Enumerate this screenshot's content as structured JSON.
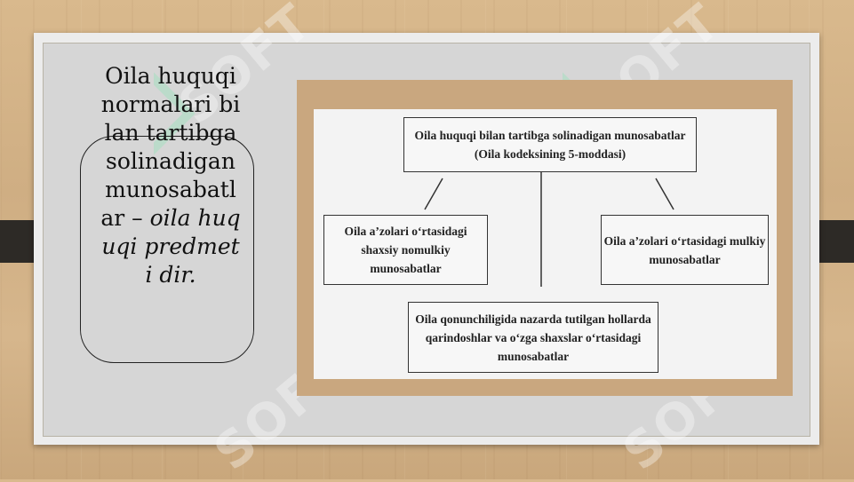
{
  "left_panel": {
    "text_plain": "Oila huquqi normalari bilan tartibga solinadigan munosabatlar –",
    "text_italic": "oila huquqi predmeti dir."
  },
  "diagram": {
    "top": "Oila huquqi bilan tartibga solinadigan munosabatlar (Oila kodeksining 5-moddasi)",
    "left": "Oila a’zolari o‘rtasidagi shaxsiy nomulkiy munosabatlar",
    "right": "Oila a’zolari o‘rtasidagi mulkiy munosabatlar",
    "bottom": "Oila qonunchiligida nazarda tutilgan hollarda qarindoshlar va o‘zga shaxslar o‘rtasidagi munosabatlar"
  },
  "watermark": "SOFT",
  "colors": {
    "slide": "#d6d6d6",
    "frame": "#c9a77f",
    "clip": "#2d2a26"
  }
}
